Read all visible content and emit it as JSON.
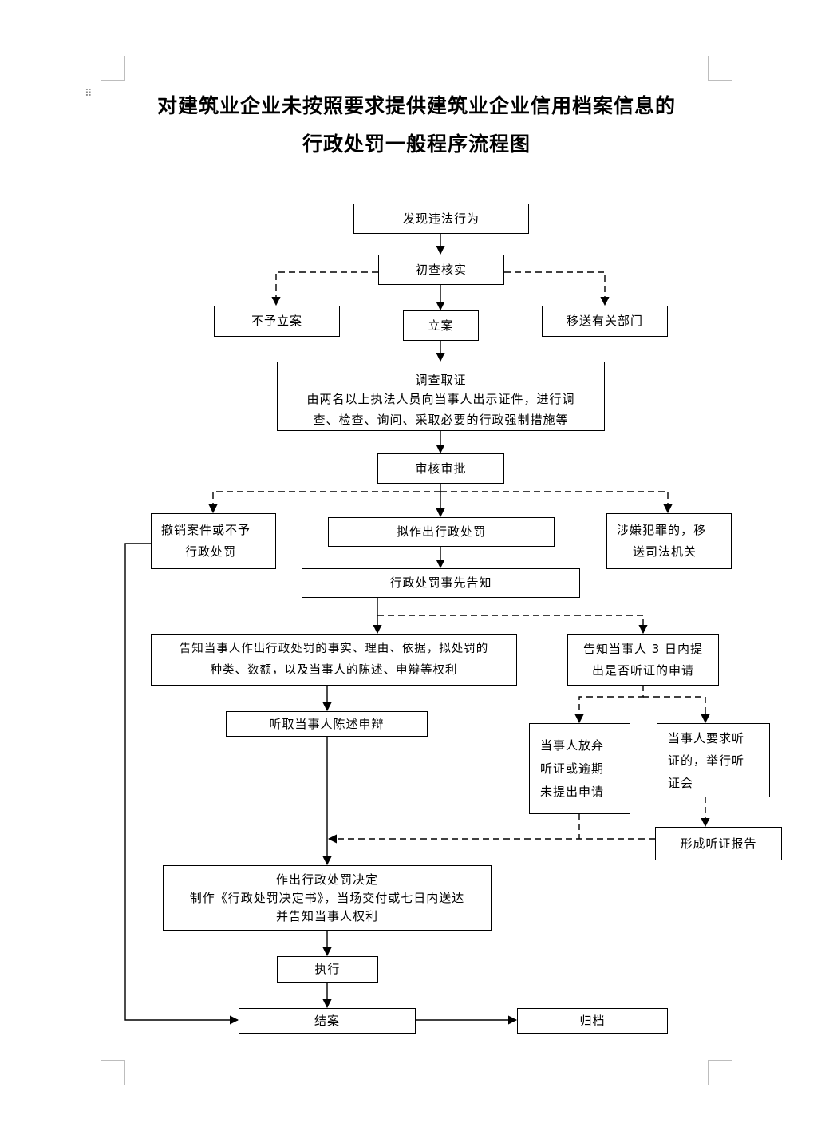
{
  "title": {
    "line1": "对建筑业企业未按照要求提供建筑业企业信用档案信息的",
    "line2": "行政处罚一般程序流程图"
  },
  "nodes": {
    "discover": "发现违法行为",
    "preliminary_check": "初查核实",
    "no_case": "不予立案",
    "file_case": "立案",
    "transfer_departments": "移送有关部门",
    "investigate": {
      "title": "调查取证",
      "line1": "由两名以上执法人员向当事人出示证件，进行调",
      "line2": "查、检查、询问、采取必要的行政强制措施等"
    },
    "review_approve": "审核审批",
    "revoke": {
      "line1": "撤销案件或不予",
      "line2": "行政处罚"
    },
    "proposed_penalty": "拟作出行政处罚",
    "criminal_transfer": {
      "line1": "涉嫌犯罪的，移",
      "line2": "送司法机关"
    },
    "prior_notice": "行政处罚事先告知",
    "notify_facts": {
      "line1": "告知当事人作出行政处罚的事实、理由、依据，拟处罚的",
      "line2": "种类、数额，以及当事人的陈述、申辩等权利"
    },
    "notify_hearing": {
      "line1": "告知当事人 3 日内提",
      "line2": "出是否听证的申请"
    },
    "hear_statement": "听取当事人陈述申辩",
    "waive_hearing": {
      "line1": "当事人放弃",
      "line2": "听证或逾期",
      "line3": "未提出申请"
    },
    "request_hearing": {
      "line1": "当事人要求听",
      "line2": "证的，举行听",
      "line3": "证会"
    },
    "hearing_report": "形成听证报告",
    "decision": {
      "line1": "作出行政处罚决定",
      "line2": "制作《行政处罚决定书》，当场交付或七日内送达",
      "line3": "并告知当事人权利"
    },
    "execute": "执行",
    "close_case": "结案",
    "archive": "归档"
  }
}
